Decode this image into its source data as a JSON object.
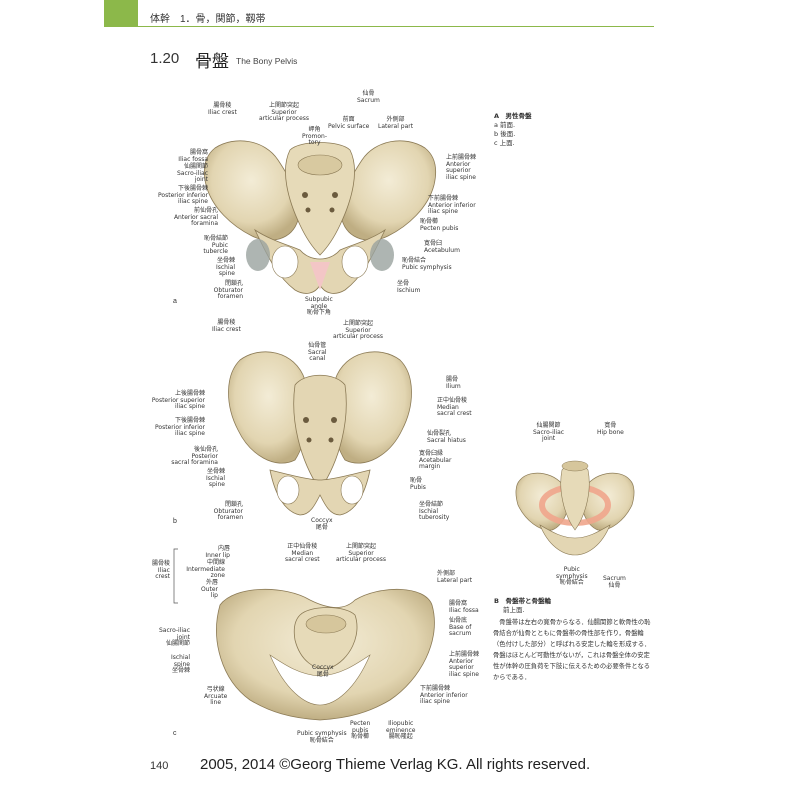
{
  "header": {
    "section": "体幹",
    "chapter": "1．骨，関節，靱帯",
    "tab_color": "#8cb84a"
  },
  "title": {
    "number": "1.20",
    "jp": "骨盤",
    "en": "The Bony Pelvis"
  },
  "figure_a": {
    "letter": "a",
    "labels": {
      "iliac_crest": "腸骨稜\nIliac crest",
      "superior_articular": "上関節突起\nSuperior\narticular process",
      "sacrum": "仙骨\nSacrum",
      "pelvic_surface": "前面\nPelvic surface",
      "lateral_part": "外側部\nLateral part",
      "promontory": "岬角\nPromon-\ntory",
      "iliac_fossa": "腸骨窩\nIliac fossa",
      "sacroiliac": "仙腸関節\nSacro-iliac\njoint",
      "post_inf_spine": "下後腸骨棘\nPosterior inferior\niliac spine",
      "ant_sacral_foramina": "前仙骨孔\nAnterior sacral\nforamina",
      "pubic_tubercle": "恥骨結節\nPubic\ntubercle",
      "ischial_spine": "坐骨棘\nIschial\nspine",
      "obturator": "閉鎖孔\nObturator\nforamen",
      "subpubic": "Subpubic\nangle\n恥骨下角",
      "ant_sup_spine": "上前腸骨棘\nAnterior\nsuperior\niliac spine",
      "ant_inf_spine": "下前腸骨棘\nAnterior inferior\niliac spine",
      "pecten": "恥骨櫛\nPecten pubis",
      "acetabulum": "寛骨臼\nAcetabulum",
      "pubic_symphysis": "恥骨結合\nPubic symphysis",
      "ischium": "坐骨\nIschium"
    }
  },
  "figure_b": {
    "letter": "b",
    "labels": {
      "iliac_crest": "腸骨稜\nIliac crest",
      "superior_articular": "上関節突起\nSuperior\narticular process",
      "sacral_canal": "仙骨管\nSacral\ncanal",
      "post_sup_spine": "上後腸骨棘\nPosterior superior\niliac spine",
      "post_inf_spine": "下後腸骨棘\nPosterior inferior\niliac spine",
      "post_sacral_foramina": "後仙骨孔\nPosterior\nsacral foramina",
      "ischial_spine": "坐骨棘\nIschial\nspine",
      "obturator": "閉鎖孔\nObturator\nforamen",
      "coccyx": "Coccyx\n尾骨",
      "ilium": "腸骨\nIlium",
      "median_crest": "正中仙骨稜\nMedian\nsacral crest",
      "sacral_hiatus": "仙骨裂孔\nSacral hiatus",
      "acetabular_margin": "寛骨臼縁\nAcetabular\nmargin",
      "pubis": "恥骨\nPubis",
      "ischial_tuberosity": "坐骨結節\nIschial\ntuberosity"
    }
  },
  "figure_c": {
    "letter": "c",
    "labels": {
      "iliac_crest_group": "腸骨稜\nIliac\ncrest",
      "inner_lip": "内唇\nInner lip",
      "intermediate": "中間線\nIntermediate\nzone",
      "outer_lip": "外唇\nOuter\nlip",
      "median_crest": "正中仙骨稜\nMedian\nsacral crest",
      "superior_articular": "上関節突起\nSuperior\narticular process",
      "lateral_part": "外側部\nLateral part",
      "sacroiliac": "Sacro-iliac\njoint\n仙腸関節",
      "ischial_spine": "Ischial\nspine\n坐骨棘",
      "coccyx": "Coccyx\n尾骨",
      "arcuate": "弓状線\nArcuate\nline",
      "iliac_fossa": "腸骨窩\nIliac fossa",
      "base_sacrum": "仙骨底\nBase of\nsacrum",
      "ant_sup_spine": "上前腸骨棘\nAnterior\nsuperior\niliac spine",
      "ant_inf_spine": "下前腸骨棘\nAnterior inferior\niliac spine",
      "pubic_symphysis": "Pubic symphysis\n恥骨結合",
      "pecten": "Pecten\npubis\n恥骨櫛",
      "iliopubic": "Iliopubic\neminence\n腸恥隆起"
    }
  },
  "legend_a": {
    "heading": "A　男性骨盤",
    "items": [
      "a 前面.",
      "b 後面.",
      "c 上面."
    ]
  },
  "figure_B": {
    "labels": {
      "sacroiliac": "仙腸関節\nSacro-iliac\njoint",
      "hip_bone": "寛骨\nHip bone",
      "pubic_symphysis": "Pubic\nsymphysis\n恥骨結合",
      "sacrum": "Sacrum\n仙骨"
    },
    "ring_color": "#f0a58c"
  },
  "legend_b": {
    "heading": "B　骨盤帯と骨盤輪",
    "sub": "前上面.",
    "text": "　骨盤帯は左右の寛骨からなる．仙腸関節と軟骨性の恥骨結合が仙骨とともに骨盤帯の骨性部を作り，骨盤輪（色付けした部分）と呼ばれる安定した輪を形成する．骨盤はほとんど可動性がないが，これは骨盤全体の安定性が体幹の圧負荷を下肢に伝えるための必要条件となるからである．"
  },
  "footer": {
    "page_number": "140",
    "copyright": "2005, 2014 ©Georg Thieme Verlag KG. All rights reserved."
  },
  "colors": {
    "bone_fill": "#e9dfc3",
    "bone_shadow": "#b8a97f",
    "bone_dark": "#7d6d4c",
    "symphysis_highlight": "#f3c6c6"
  }
}
